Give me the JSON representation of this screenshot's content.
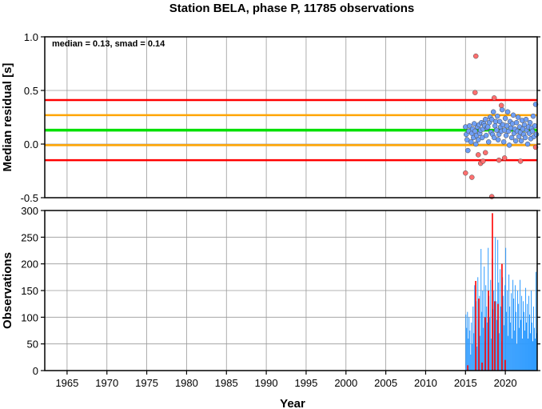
{
  "chart_data": {
    "title": "Station BELA, phase P, 11785 observations",
    "xlabel": "Year",
    "xlim": [
      1962.2,
      2024.0
    ],
    "xticks": [
      1965,
      1970,
      1975,
      1980,
      1985,
      1990,
      1995,
      2000,
      2005,
      2010,
      2015,
      2020
    ],
    "panels": [
      {
        "id": "residuals",
        "type": "scatter",
        "ylabel": "Median residual [s]",
        "ylim": [
          -0.5,
          1.0
        ],
        "yticks": [
          -0.5,
          0.0,
          0.5,
          1.0
        ],
        "ytick_labels": [
          "-0.5",
          "0.0",
          "0.5",
          "1.0"
        ],
        "annotation": "median = 0.13, smad = 0.14",
        "grid": true,
        "reference_lines": [
          {
            "name": "median",
            "value": 0.13,
            "color": "#00e000"
          },
          {
            "name": "median + 1 smad",
            "value": 0.27,
            "color": "#ffa500"
          },
          {
            "name": "median - 1 smad",
            "value": -0.01,
            "color": "#ffa500"
          },
          {
            "name": "median + 2 smad",
            "value": 0.41,
            "color": "#ff0000"
          },
          {
            "name": "median - 2 smad",
            "value": -0.15,
            "color": "#ff0000"
          }
        ],
        "series": [
          {
            "color": "#6f9ff5",
            "points": [
              [
                2015.0,
                0.16
              ],
              [
                2015.1,
                0.09
              ],
              [
                2015.2,
                0.04
              ],
              [
                2015.3,
                -0.06
              ],
              [
                2015.4,
                0.12
              ],
              [
                2015.5,
                0.17
              ],
              [
                2015.7,
                0.02
              ],
              [
                2015.8,
                0.1
              ],
              [
                2015.9,
                0.14
              ],
              [
                2016.0,
                0.06
              ],
              [
                2016.1,
                0.19
              ],
              [
                2016.2,
                0.12
              ],
              [
                2016.3,
                0.0
              ],
              [
                2016.4,
                0.08
              ],
              [
                2016.5,
                0.16
              ],
              [
                2016.6,
                0.04
              ],
              [
                2016.7,
                0.18
              ],
              [
                2016.8,
                0.1
              ],
              [
                2016.9,
                0.13
              ],
              [
                2017.0,
                0.2
              ],
              [
                2017.1,
                0.06
              ],
              [
                2017.2,
                0.14
              ],
              [
                2017.3,
                0.19
              ],
              [
                2017.4,
                0.17
              ],
              [
                2017.5,
                0.23
              ],
              [
                2017.6,
                0.08
              ],
              [
                2017.7,
                0.15
              ],
              [
                2017.8,
                0.16
              ],
              [
                2017.9,
                0.02
              ],
              [
                2018.0,
                0.2
              ],
              [
                2018.1,
                0.25
              ],
              [
                2018.2,
                0.11
              ],
              [
                2018.3,
                0.23
              ],
              [
                2018.4,
                0.09
              ],
              [
                2018.5,
                0.3
              ],
              [
                2018.6,
                0.06
              ],
              [
                2018.7,
                0.17
              ],
              [
                2018.8,
                0.21
              ],
              [
                2018.9,
                0.13
              ],
              [
                2019.0,
                0.26
              ],
              [
                2019.1,
                0.04
              ],
              [
                2019.2,
                0.09
              ],
              [
                2019.3,
                0.21
              ],
              [
                2019.4,
                0.16
              ],
              [
                2019.5,
                0.12
              ],
              [
                2019.6,
                0.32
              ],
              [
                2019.7,
                0.18
              ],
              [
                2019.8,
                0.02
              ],
              [
                2019.9,
                0.13
              ],
              [
                2020.0,
                0.24
              ],
              [
                2020.1,
                0.08
              ],
              [
                2020.2,
                0.17
              ],
              [
                2020.3,
                0.3
              ],
              [
                2020.4,
                0.12
              ],
              [
                2020.5,
                -0.01
              ],
              [
                2020.6,
                0.21
              ],
              [
                2020.7,
                0.15
              ],
              [
                2020.8,
                0.06
              ],
              [
                2020.9,
                0.19
              ],
              [
                2021.0,
                0.27
              ],
              [
                2021.1,
                0.1
              ],
              [
                2021.2,
                0.14
              ],
              [
                2021.3,
                0.03
              ],
              [
                2021.4,
                0.2
              ],
              [
                2021.5,
                0.12
              ],
              [
                2021.6,
                0.25
              ],
              [
                2021.7,
                0.07
              ],
              [
                2021.8,
                0.16
              ],
              [
                2021.9,
                0.11
              ],
              [
                2022.0,
                0.03
              ],
              [
                2022.1,
                0.22
              ],
              [
                2022.2,
                0.14
              ],
              [
                2022.3,
                0.09
              ],
              [
                2022.4,
                0.18
              ],
              [
                2022.5,
                0.06
              ],
              [
                2022.6,
                0.23
              ],
              [
                2022.7,
                0.13
              ],
              [
                2022.8,
                0.0
              ],
              [
                2022.9,
                0.16
              ],
              [
                2023.0,
                0.1
              ],
              [
                2023.1,
                0.2
              ],
              [
                2023.2,
                0.05
              ],
              [
                2023.3,
                0.15
              ],
              [
                2023.4,
                0.12
              ],
              [
                2023.5,
                0.26
              ],
              [
                2023.6,
                0.07
              ],
              [
                2023.7,
                0.17
              ],
              [
                2023.8,
                0.37
              ],
              [
                2023.9,
                0.09
              ]
            ]
          },
          {
            "color": "#ff6f6f",
            "points": [
              [
                2015.0,
                -0.27
              ],
              [
                2015.8,
                -0.31
              ],
              [
                2016.3,
                0.82
              ],
              [
                2016.2,
                0.48
              ],
              [
                2016.6,
                -0.1
              ],
              [
                2016.9,
                -0.18
              ],
              [
                2017.2,
                -0.16
              ],
              [
                2017.5,
                -0.08
              ],
              [
                2018.3,
                -0.49
              ],
              [
                2018.6,
                0.43
              ],
              [
                2019.2,
                -0.15
              ],
              [
                2019.5,
                0.36
              ],
              [
                2019.9,
                -0.13
              ],
              [
                2021.9,
                -0.16
              ],
              [
                2023.8,
                -0.03
              ]
            ]
          }
        ]
      },
      {
        "id": "observations",
        "type": "bar",
        "ylabel": "Observations",
        "ylim": [
          0,
          300
        ],
        "yticks": [
          0,
          50,
          100,
          150,
          200,
          250,
          300
        ],
        "ytick_labels": [
          "0",
          "50",
          "100",
          "150",
          "200",
          "250",
          "300"
        ],
        "grid": true,
        "series": [
          {
            "color": "#2e9bff",
            "x": [
              2015.0,
              2015.1,
              2015.2,
              2015.3,
              2015.4,
              2015.5,
              2015.6,
              2015.7,
              2015.8,
              2015.9,
              2016.0,
              2016.1,
              2016.2,
              2016.3,
              2016.4,
              2016.5,
              2016.6,
              2016.7,
              2016.8,
              2016.9,
              2017.0,
              2017.1,
              2017.2,
              2017.3,
              2017.4,
              2017.5,
              2017.6,
              2017.7,
              2017.8,
              2017.9,
              2018.0,
              2018.1,
              2018.2,
              2018.3,
              2018.4,
              2018.5,
              2018.6,
              2018.7,
              2018.8,
              2018.9,
              2019.0,
              2019.1,
              2019.2,
              2019.3,
              2019.4,
              2019.5,
              2019.6,
              2019.7,
              2019.8,
              2019.9,
              2020.0,
              2020.1,
              2020.2,
              2020.3,
              2020.4,
              2020.5,
              2020.6,
              2020.7,
              2020.8,
              2020.9,
              2021.0,
              2021.1,
              2021.2,
              2021.3,
              2021.4,
              2021.5,
              2021.6,
              2021.7,
              2021.8,
              2021.9,
              2022.0,
              2022.1,
              2022.2,
              2022.3,
              2022.4,
              2022.5,
              2022.6,
              2022.7,
              2022.8,
              2022.9,
              2023.0,
              2023.1,
              2023.2,
              2023.3,
              2023.4,
              2023.5,
              2023.6,
              2023.7,
              2023.8,
              2023.9
            ],
            "values": [
              105,
              80,
              110,
              60,
              100,
              75,
              30,
              90,
              50,
              120,
              70,
              160,
              85,
              130,
              45,
              175,
              95,
              140,
              65,
              228,
              110,
              150,
              80,
              195,
              55,
              160,
              120,
              90,
              230,
              140,
              100,
              170,
              60,
              210,
              115,
              150,
              75,
              250,
              130,
              95,
              245,
              165,
              70,
              190,
              120,
              55,
              175,
              140,
              85,
              160,
              230,
              110,
              150,
              65,
              180,
              120,
              90,
              145,
              60,
              170,
              135,
              75,
              160,
              110,
              50,
              150,
              125,
              80,
              170,
              95,
              140,
              60,
              130,
              110,
              75,
              155,
              90,
              125,
              60,
              140,
              105,
              70,
              150,
              90,
              55,
              120,
              80,
              60,
              185,
              70
            ]
          },
          {
            "color": "#ff0000",
            "x": [
              2015.2,
              2016.2,
              2016.6,
              2017.0,
              2017.4,
              2017.8,
              2018.3,
              2018.6,
              2019.0,
              2019.5,
              2019.9
            ],
            "values": [
              10,
              168,
              135,
              15,
              100,
              150,
              295,
              130,
              125,
              200,
              20
            ]
          }
        ]
      }
    ]
  }
}
